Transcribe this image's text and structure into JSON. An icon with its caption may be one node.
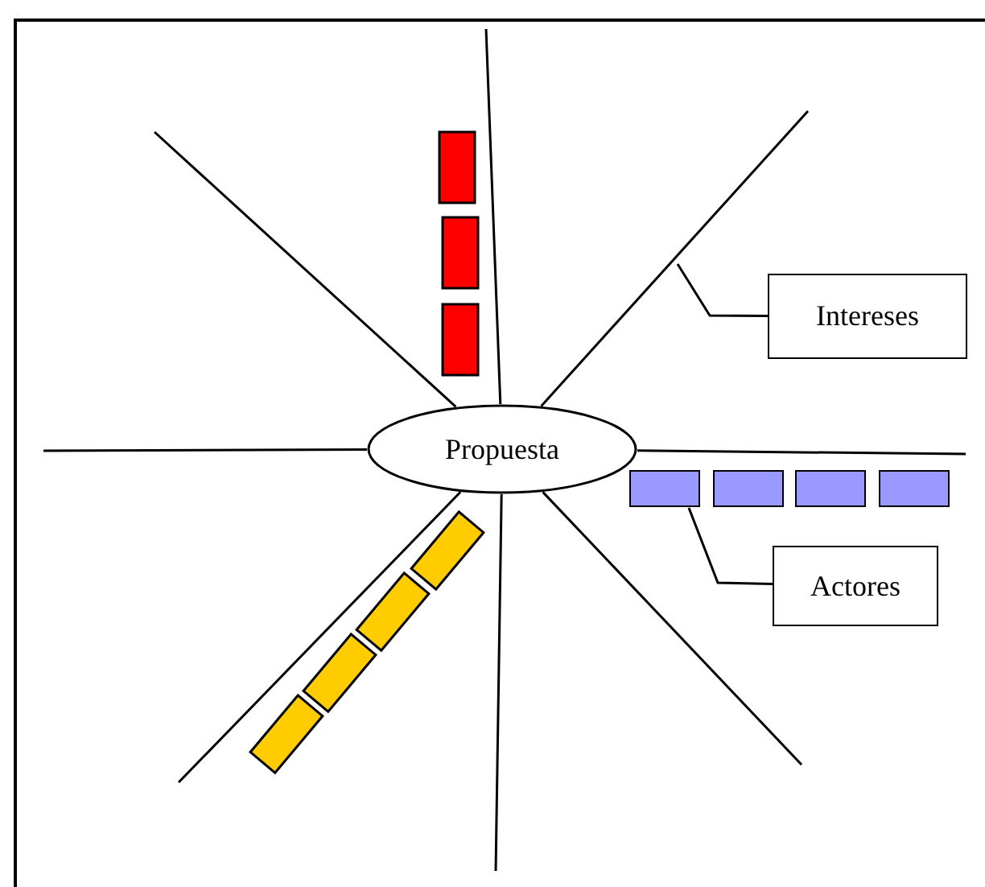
{
  "diagram": {
    "nodes": [
      {
        "text": [
          "Propuesta"
        ]
      },
      {
        "text": [
          "Intereses"
        ]
      },
      {
        "text": [
          "Actores"
        ]
      },
      {
        "text": [],
        "shape": "bar"
      },
      {
        "text": [],
        "shape": "bar"
      },
      {
        "text": [],
        "shape": "bar"
      },
      {
        "text": [],
        "shape": "bar"
      }
    ],
    "edges": [
      {
        "from": 0,
        "to": null,
        "arrow": "none"
      },
      {
        "from": 0,
        "to": null,
        "arrow": "none"
      },
      {
        "from": 0,
        "to": null,
        "arrow": "none"
      },
      {
        "from": 0,
        "to": null,
        "arrow": "none"
      },
      {
        "from": 0,
        "to": null,
        "arrow": "none"
      },
      {
        "from": 0,
        "to": null,
        "arrow": "none"
      },
      {
        "from": 0,
        "to": null,
        "arrow": "none"
      },
      {
        "from": 0,
        "to": null,
        "arrow": "none"
      },
      {
        "from": 1,
        "to": null,
        "arrow": "none"
      },
      {
        "from": 2,
        "to": 3,
        "arrow": "none"
      }
    ]
  }
}
